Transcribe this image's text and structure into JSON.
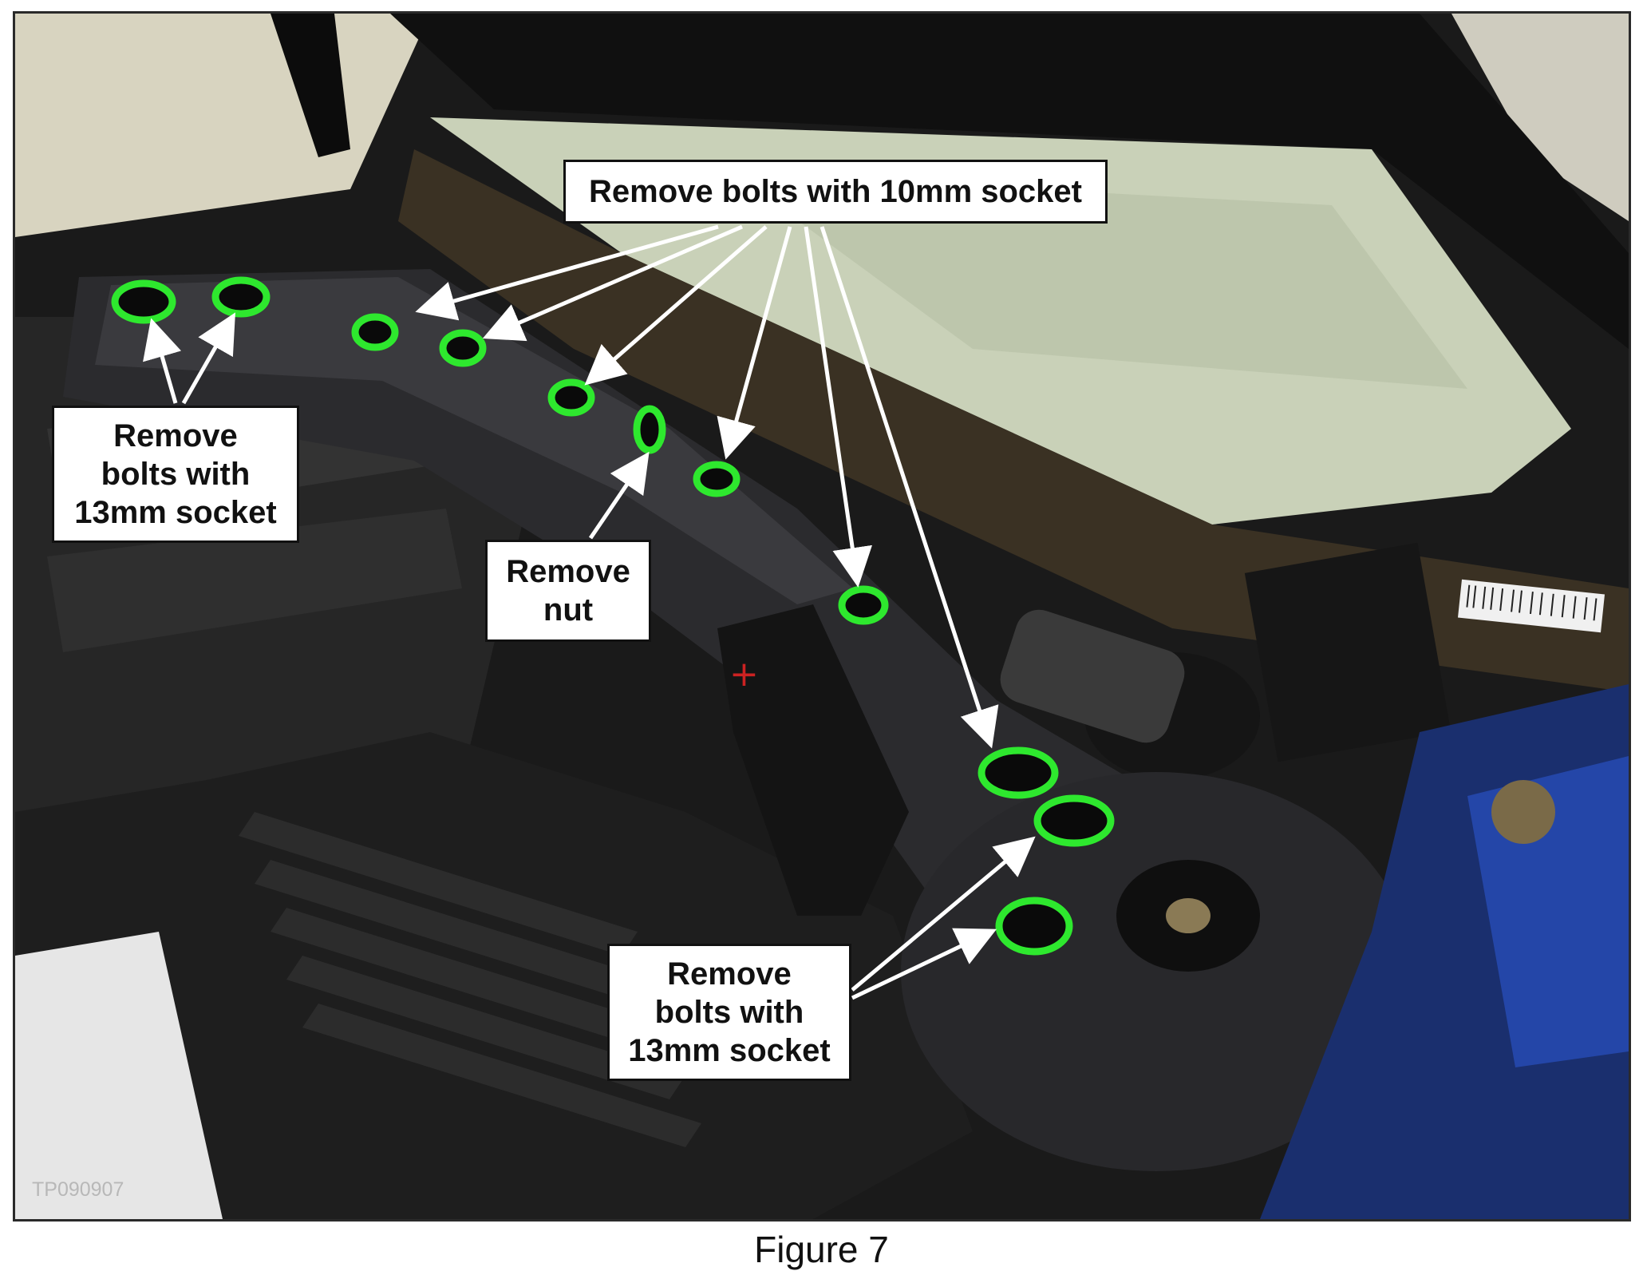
{
  "figure": {
    "caption": "Figure 7",
    "reference_code": "TP090907"
  },
  "callouts": {
    "bolts_10mm": "Remove bolts with 10mm socket",
    "bolts_13mm_left": "Remove\nbolts with\n13mm socket",
    "nut": "Remove\nnut",
    "bolts_13mm_bottom": "Remove\nbolts with\n13mm socket"
  },
  "colors": {
    "highlight_ring": "#2ee82e",
    "arrow": "#ffffff",
    "callout_border": "#111111",
    "vehicle_paint": "#1c3f9e"
  }
}
